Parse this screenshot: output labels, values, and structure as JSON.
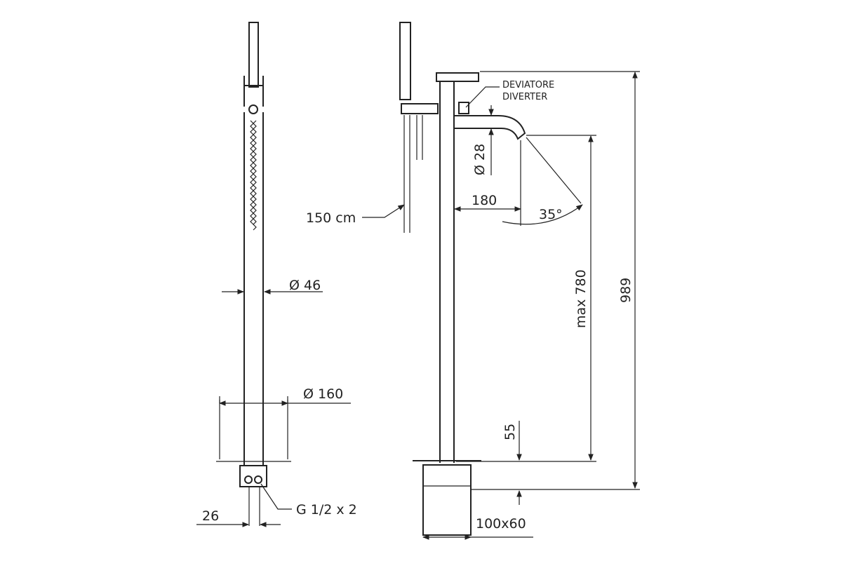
{
  "dimensions": {
    "hose_length": "150 cm",
    "column_diameter": "Ø 46",
    "base_diameter": "Ø 160",
    "connection": "G 1/2 x 2",
    "connection_spacing": "26",
    "diverter_it": "DEVIATORE",
    "diverter_en": "DIVERTER",
    "spout_diameter": "Ø 28",
    "spout_reach": "180",
    "spout_angle": "35°",
    "max_height_to_spout": "max 780",
    "total_height": "989",
    "base_thickness": "55",
    "base_size": "100x60"
  },
  "colors": {
    "line": "#222222",
    "background": "#ffffff"
  }
}
